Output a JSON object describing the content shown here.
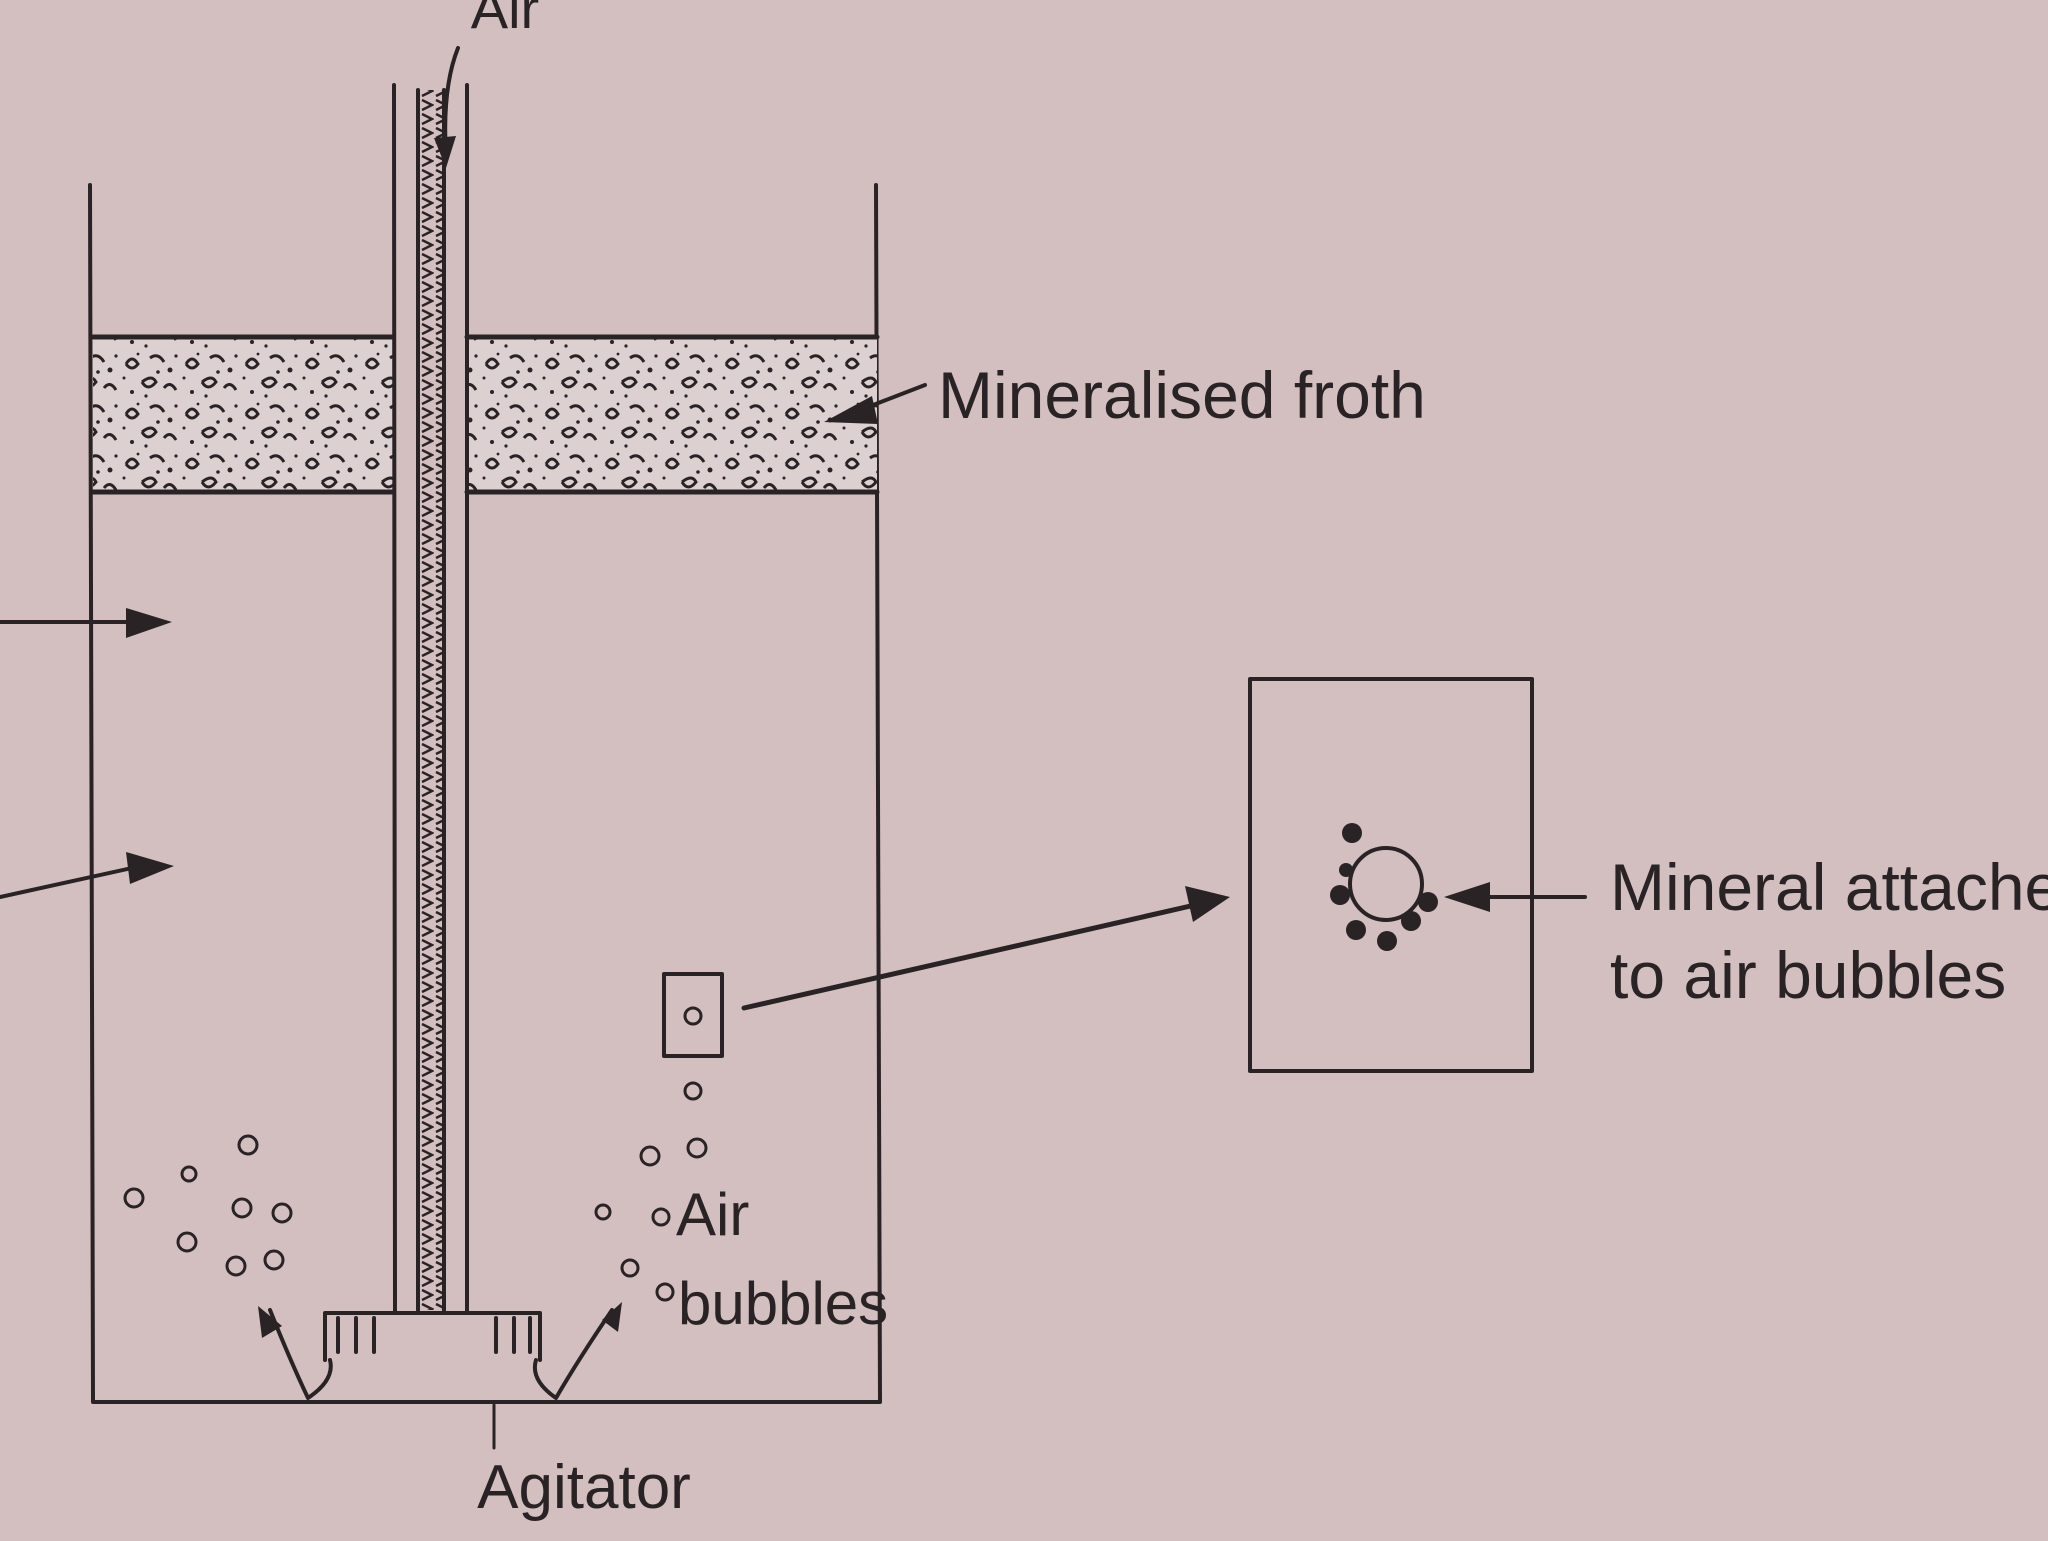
{
  "diagram": {
    "labels": {
      "air_top": "Air",
      "froth": "Mineralised froth",
      "mineral_line1": "Mineral attaches",
      "mineral_line2": "to air bubbles",
      "air_bubbles_line1": "Air",
      "air_bubbles_line2": "bubbles",
      "agitator": "Agitator"
    },
    "colors": {
      "background": "#d3bfc0",
      "ink": "#2a2326",
      "froth": "#dcd0d1"
    }
  }
}
